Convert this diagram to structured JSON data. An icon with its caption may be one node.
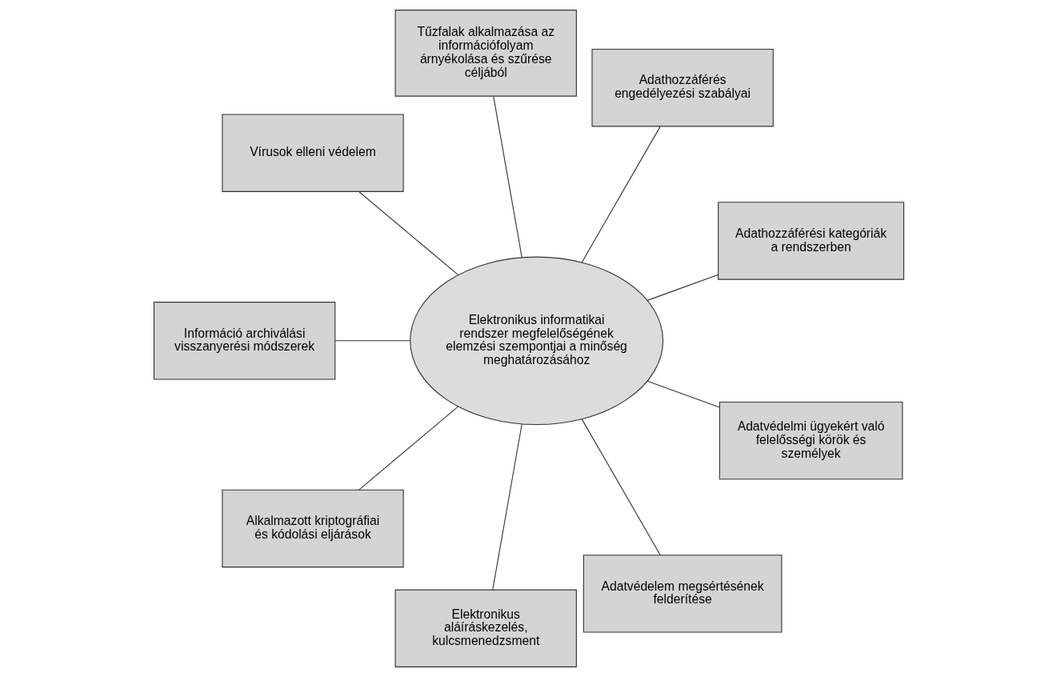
{
  "diagram": {
    "nodes": [
      {
        "text": [
          "Elektronikus informatikai rendszer megfelelőségének elemzési szempontjai a minőség meghatározásához"
        ]
      },
      {
        "text": [
          "Adathozzáférési kategóriák a rendszerben"
        ]
      },
      {
        "text": [
          "Adathozzáférés engedélyezési szabályai"
        ]
      },
      {
        "text": [
          "Tűzfalak alkalmazása az információfolyam árnyékolása és szűrése céljából"
        ]
      },
      {
        "text": [
          "Vírusok elleni védelem"
        ]
      },
      {
        "text": [
          "Információ archiválási visszanyerési módszerek"
        ]
      },
      {
        "text": [
          "Alkalmazott kriptográfiai és kódolási eljárások"
        ]
      },
      {
        "text": [
          "Elektronikus aláíráskezelés, kulcsmenedzsment"
        ]
      },
      {
        "text": [
          "Adatvédelem megsértésének felderítése"
        ]
      },
      {
        "text": [
          "Adatvédelmi ügyekért való felelősségi körök és személyek"
        ]
      }
    ],
    "edges": [
      {
        "from": 0,
        "to": 1,
        "arrow": "none"
      },
      {
        "from": 0,
        "to": 2,
        "arrow": "none"
      },
      {
        "from": 0,
        "to": 3,
        "arrow": "none"
      },
      {
        "from": 0,
        "to": 4,
        "arrow": "none"
      },
      {
        "from": 0,
        "to": 5,
        "arrow": "none"
      },
      {
        "from": 0,
        "to": 6,
        "arrow": "none"
      },
      {
        "from": 0,
        "to": 7,
        "arrow": "none"
      },
      {
        "from": 0,
        "to": 8,
        "arrow": "none"
      },
      {
        "from": 0,
        "to": 9,
        "arrow": "none"
      }
    ]
  }
}
